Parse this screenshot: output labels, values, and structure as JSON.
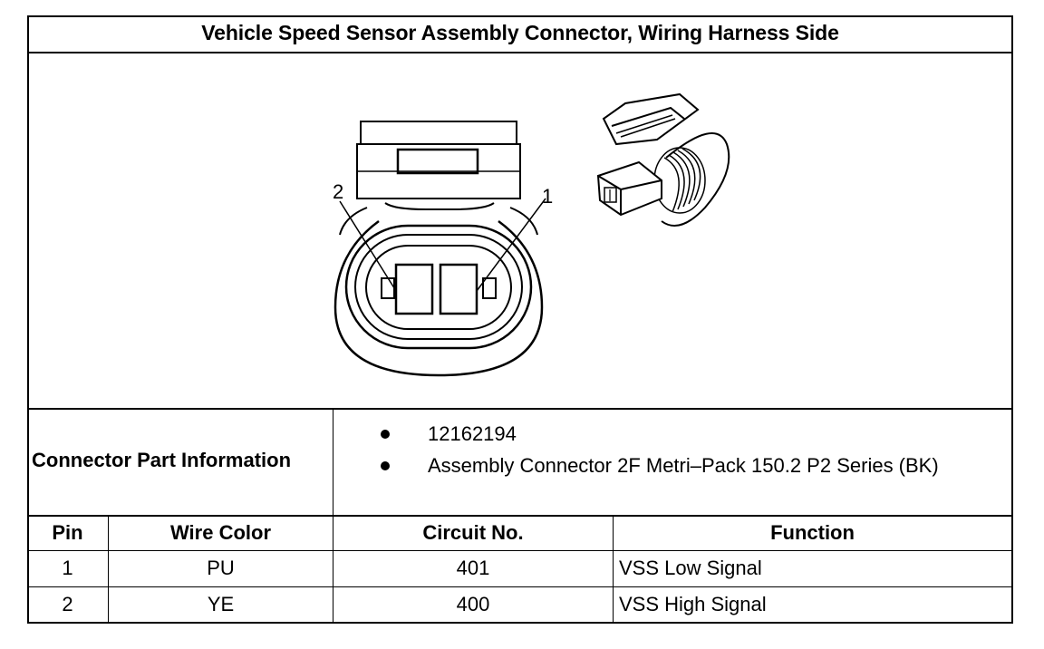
{
  "title": "Vehicle Speed Sensor Assembly Connector, Wiring Harness Side",
  "diagram": {
    "pin_labels": [
      "2",
      "1"
    ]
  },
  "connector_part_information": {
    "label": "Connector Part Information",
    "items": [
      "12162194",
      "Assembly Connector 2F Metri–Pack 150.2 P2 Series (BK)"
    ]
  },
  "table": {
    "headers": [
      "Pin",
      "Wire Color",
      "Circuit No.",
      "Function"
    ],
    "rows": [
      [
        "1",
        "PU",
        "401",
        "VSS Low Signal"
      ],
      [
        "2",
        "YE",
        "400",
        "VSS High Signal"
      ]
    ]
  }
}
